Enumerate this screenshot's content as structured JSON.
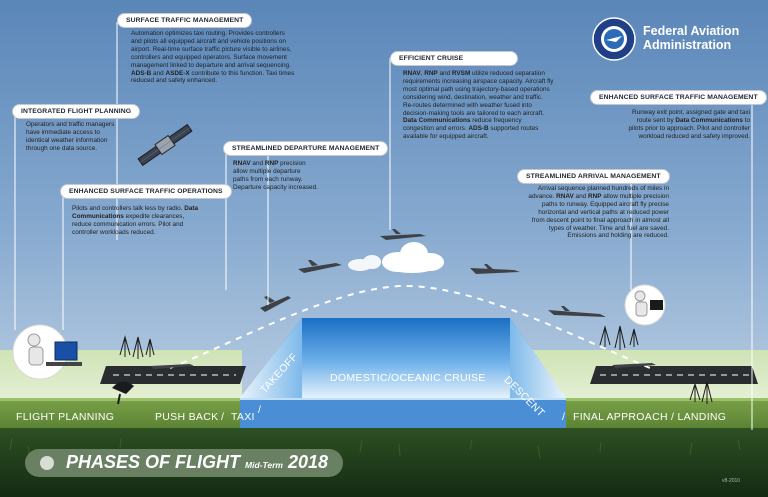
{
  "agency": {
    "name_line1": "Federal Aviation",
    "name_line2": "Administration",
    "seal_text": "FEDERAL AVIATION ADMINISTRATION"
  },
  "boxes": {
    "surface_mgmt": {
      "title": "SURFACE TRAFFIC MANAGEMENT",
      "lines": [
        "Automation optimizes taxi routing.  Provides controllers",
        "and pilots all equipped aircraft and vehicle positions on",
        "airport.  Real-time surface traffic picture visible to airlines,",
        "controllers and equipped operators. Surface movement",
        "management linked to departure and arrival sequencing.",
        "ADS-B and ASDE-X contribute to this function. Taxi times",
        "reduced and safety enhanced."
      ]
    },
    "integrated": {
      "title": "INTEGRATED FLIGHT PLANNING",
      "lines": [
        "Operators and traffic managers",
        "have immediate access to",
        "identical weather information",
        "through one data source."
      ]
    },
    "enh_ops": {
      "title": "ENHANCED SURFACE TRAFFIC OPERATIONS",
      "lines": [
        "Pilots and controllers talk less by radio. Data",
        "Communications expedite clearances,",
        "reduce communication errors.  Pilot and",
        "controller workloads reduced."
      ]
    },
    "departure": {
      "title": "STREAMLINED DEPARTURE MANAGEMENT",
      "lines": [
        "RNAV and RNP precision",
        "allow multiple departure",
        "paths from each runway.",
        "Departure capacity increased."
      ]
    },
    "cruise": {
      "title": "EFFICIENT CRUISE",
      "lines": [
        "RNAV, RNP and RVSM utilize reduced separation",
        "requirements increasing airspace capacity. Aircraft fly",
        "most optimal path using trajectory-based operations",
        "considering wind, destination, weather and traffic.",
        "Re-routes determined with weather fused into",
        "decision-making tools are tailored to each aircraft.",
        "Data Communications reduce frequency",
        "congestion and errors.  ADS-B supported routes",
        "available for equipped aircraft."
      ]
    },
    "enh_mgmt": {
      "title": "ENHANCED SURFACE TRAFFIC MANAGEMENT",
      "lines": [
        "Runway exit point, assigned gate and taxi",
        "route sent by Data Communications to",
        "pilots prior to approach. Pilot and controller",
        "workload reduced and safety improved."
      ]
    },
    "arrival": {
      "title": "STREAMLINED ARRIVAL MANAGEMENT",
      "lines": [
        "Arrival sequence planned hundreds of miles in",
        "advance.  RNAV and RNP allow multiple precision",
        "paths to runway.  Equipped aircraft fly precise",
        "horizontal and vertical paths at reduced power",
        "from descent point to final approach in almost all",
        "types of weather. Time and fuel are saved.",
        "Emissions and holding are reduced."
      ]
    }
  },
  "phases": {
    "flight_planning": "FLIGHT PLANNING",
    "push_back": "PUSH BACK",
    "slash1": "/",
    "taxi": "TAXI",
    "slash2": "/",
    "takeoff": "TAKEOFF",
    "cruise": "DOMESTIC/OCEANIC CRUISE",
    "descent": "DESCENT",
    "slash3": "/",
    "final": "FINAL APPROACH / LANDING"
  },
  "footer": {
    "title": "PHASES OF FLIGHT",
    "subtitle": "Mid-Term",
    "year": "2018",
    "version": "v8-2010"
  },
  "colors": {
    "sky_top": "#5a86b8",
    "sky_bottom": "#c9d9e8",
    "grass": "#6b8f3a",
    "ground_dark": "#1f3a1c",
    "cruise_blue": "#2f86d6",
    "runway": "#2a2d30"
  }
}
